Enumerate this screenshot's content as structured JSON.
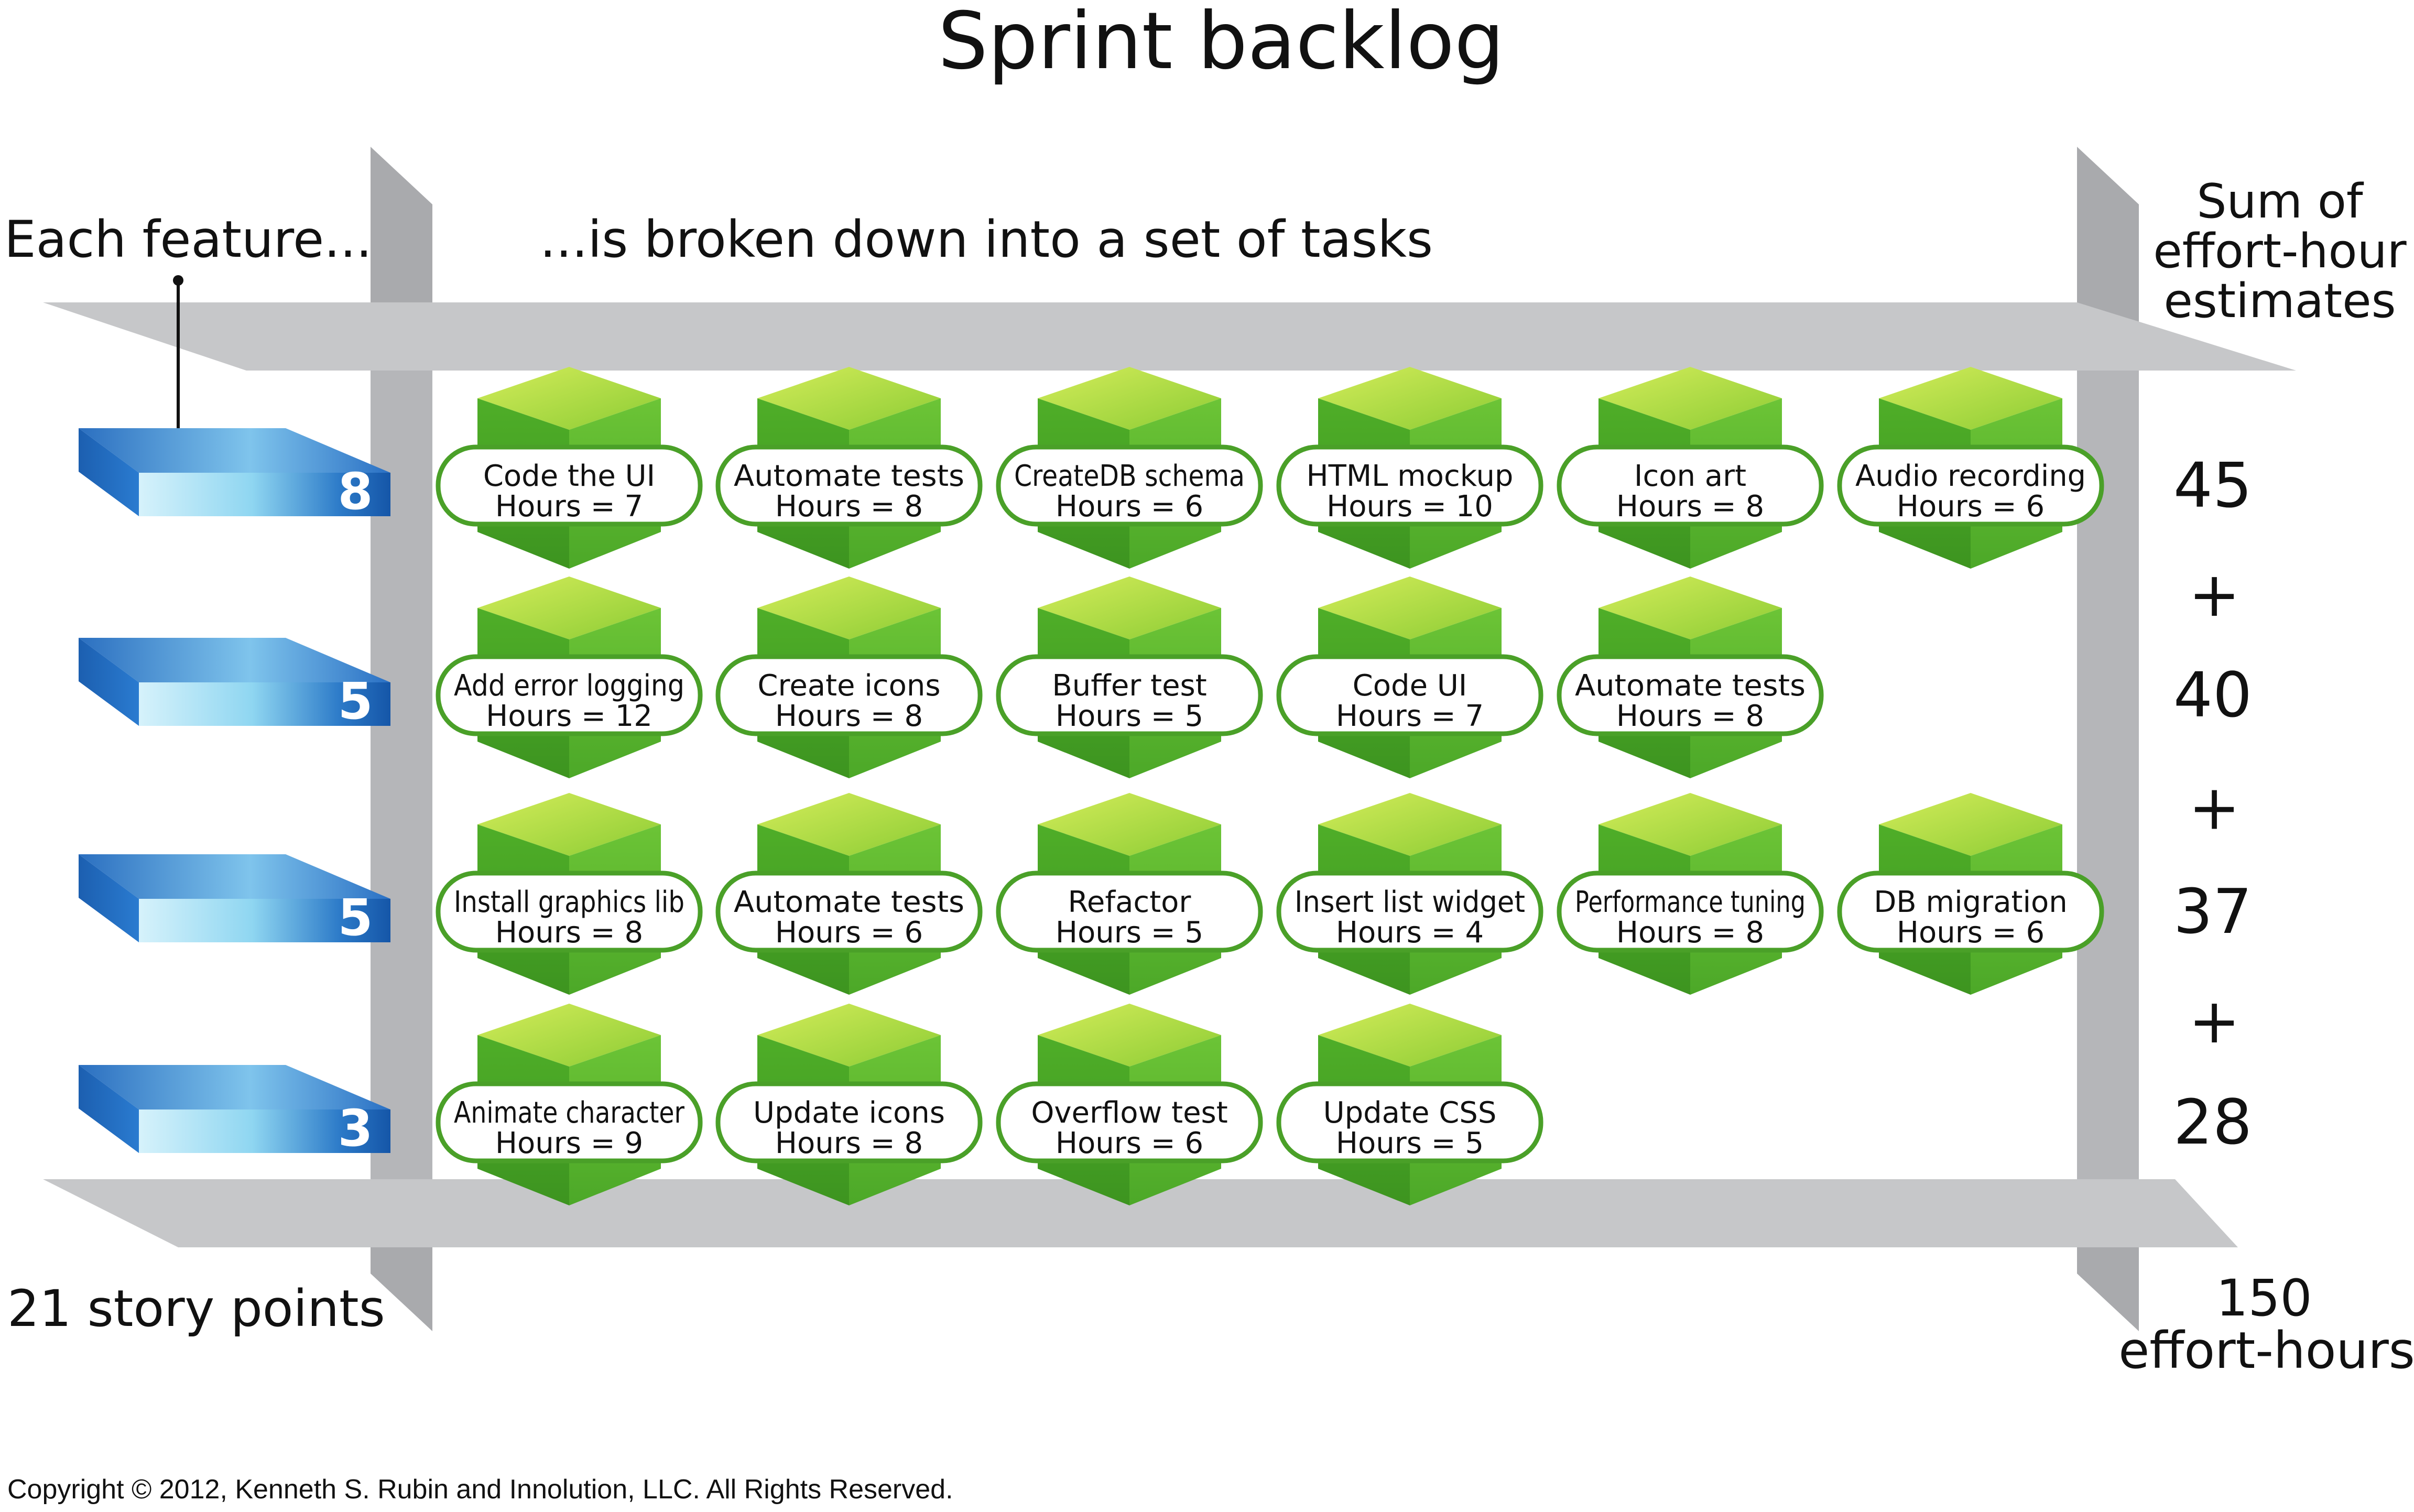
{
  "title": "Sprint backlog",
  "left_header": "Each feature...",
  "mid_header": "...is broken down into a set of tasks",
  "right_header": [
    "Sum of",
    "effort-hour",
    "estimates"
  ],
  "features": [
    {
      "points": "8",
      "sum": "45",
      "tasks": [
        {
          "name": "Code the UI",
          "hours": "Hours = 7"
        },
        {
          "name": "Automate tests",
          "hours": "Hours = 8"
        },
        {
          "name": "CreateDB schema",
          "hours": "Hours = 6"
        },
        {
          "name": "HTML mockup",
          "hours": "Hours = 10"
        },
        {
          "name": "Icon art",
          "hours": "Hours = 8"
        },
        {
          "name": "Audio recording",
          "hours": "Hours = 6"
        }
      ]
    },
    {
      "points": "5",
      "sum": "40",
      "tasks": [
        {
          "name": "Add error logging",
          "hours": "Hours = 12"
        },
        {
          "name": "Create icons",
          "hours": "Hours = 8"
        },
        {
          "name": "Buffer test",
          "hours": "Hours = 5"
        },
        {
          "name": "Code UI",
          "hours": "Hours = 7"
        },
        {
          "name": "Automate tests",
          "hours": "Hours = 8"
        }
      ]
    },
    {
      "points": "5",
      "sum": "37",
      "tasks": [
        {
          "name": "Install graphics lib",
          "hours": "Hours = 8"
        },
        {
          "name": "Automate tests",
          "hours": "Hours = 6"
        },
        {
          "name": "Refactor",
          "hours": "Hours = 5"
        },
        {
          "name": "Insert list widget",
          "hours": "Hours = 4"
        },
        {
          "name": "Performance tuning",
          "hours": "Hours = 8"
        },
        {
          "name": "DB migration",
          "hours": "Hours = 6"
        }
      ]
    },
    {
      "points": "3",
      "sum": "28",
      "tasks": [
        {
          "name": "Animate character",
          "hours": "Hours = 9"
        },
        {
          "name": "Update icons",
          "hours": "Hours = 8"
        },
        {
          "name": "Overflow test",
          "hours": "Hours = 6"
        },
        {
          "name": "Update CSS",
          "hours": "Hours = 5"
        }
      ]
    }
  ],
  "plus_sign": "+",
  "total_points": "21 story points",
  "total_hours": [
    "150",
    "effort-hours"
  ],
  "copyright": "Copyright © 2012, Kenneth S. Rubin and Innolution, LLC. All Rights Reserved.",
  "colors": {
    "shelf": "#c6c7c9",
    "shelf_dark": "#a6a7aa",
    "feature_blue": "#1a63b8",
    "feature_light": "#a8e0f3",
    "task_green": "#5cb82c",
    "task_light": "#b6dc3a",
    "task_border": "#4aa028"
  }
}
